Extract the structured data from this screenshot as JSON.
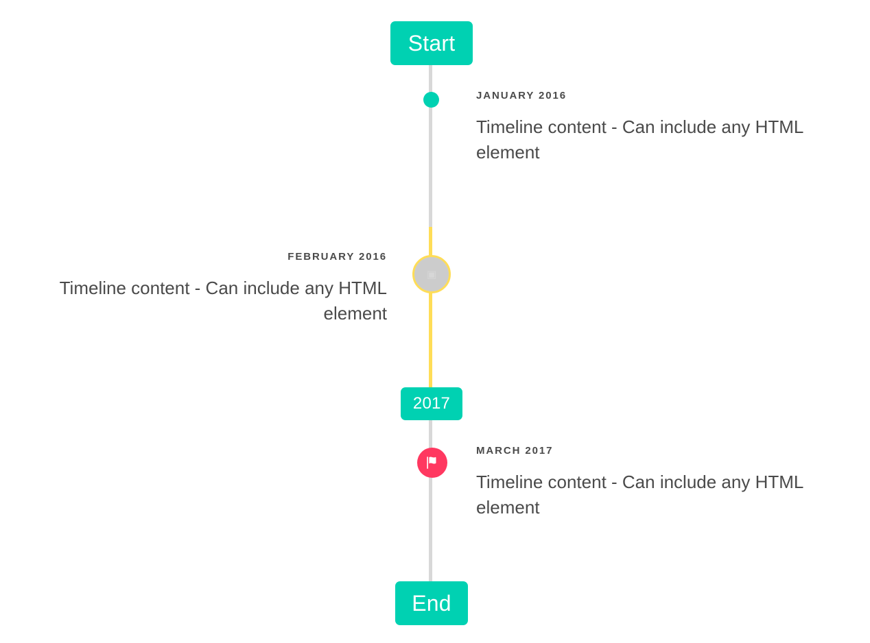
{
  "timeline": {
    "start_label": "Start",
    "divider_label": "2017",
    "end_label": "End",
    "colors": {
      "primary": "#00d1b2",
      "line": "#d8d8d8",
      "highlight": "#ffdd57",
      "danger": "#ff3860",
      "marker_gray": "#cccccc",
      "text": "#4a4a4a"
    },
    "entries": [
      {
        "date": "January 2016",
        "body": "Timeline content - Can include any HTML element",
        "side": "right",
        "marker": "dot-icon"
      },
      {
        "date": "February 2016",
        "body": "Timeline content - Can include any HTML element",
        "side": "left",
        "marker": "image-placeholder-icon"
      },
      {
        "date": "March 2017",
        "body": "Timeline content - Can include any HTML element",
        "side": "right",
        "marker": "flag-icon"
      }
    ]
  }
}
